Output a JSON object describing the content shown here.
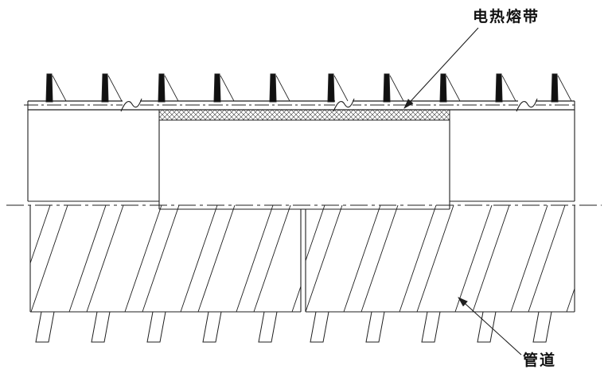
{
  "diagram": {
    "annotations": [
      {
        "label": "电热熔带",
        "target": "electrofusion-band"
      },
      {
        "label": "管道",
        "target": "pipe"
      }
    ]
  },
  "colors": {
    "line": "#1f1f1f",
    "background": "#ffffff"
  }
}
